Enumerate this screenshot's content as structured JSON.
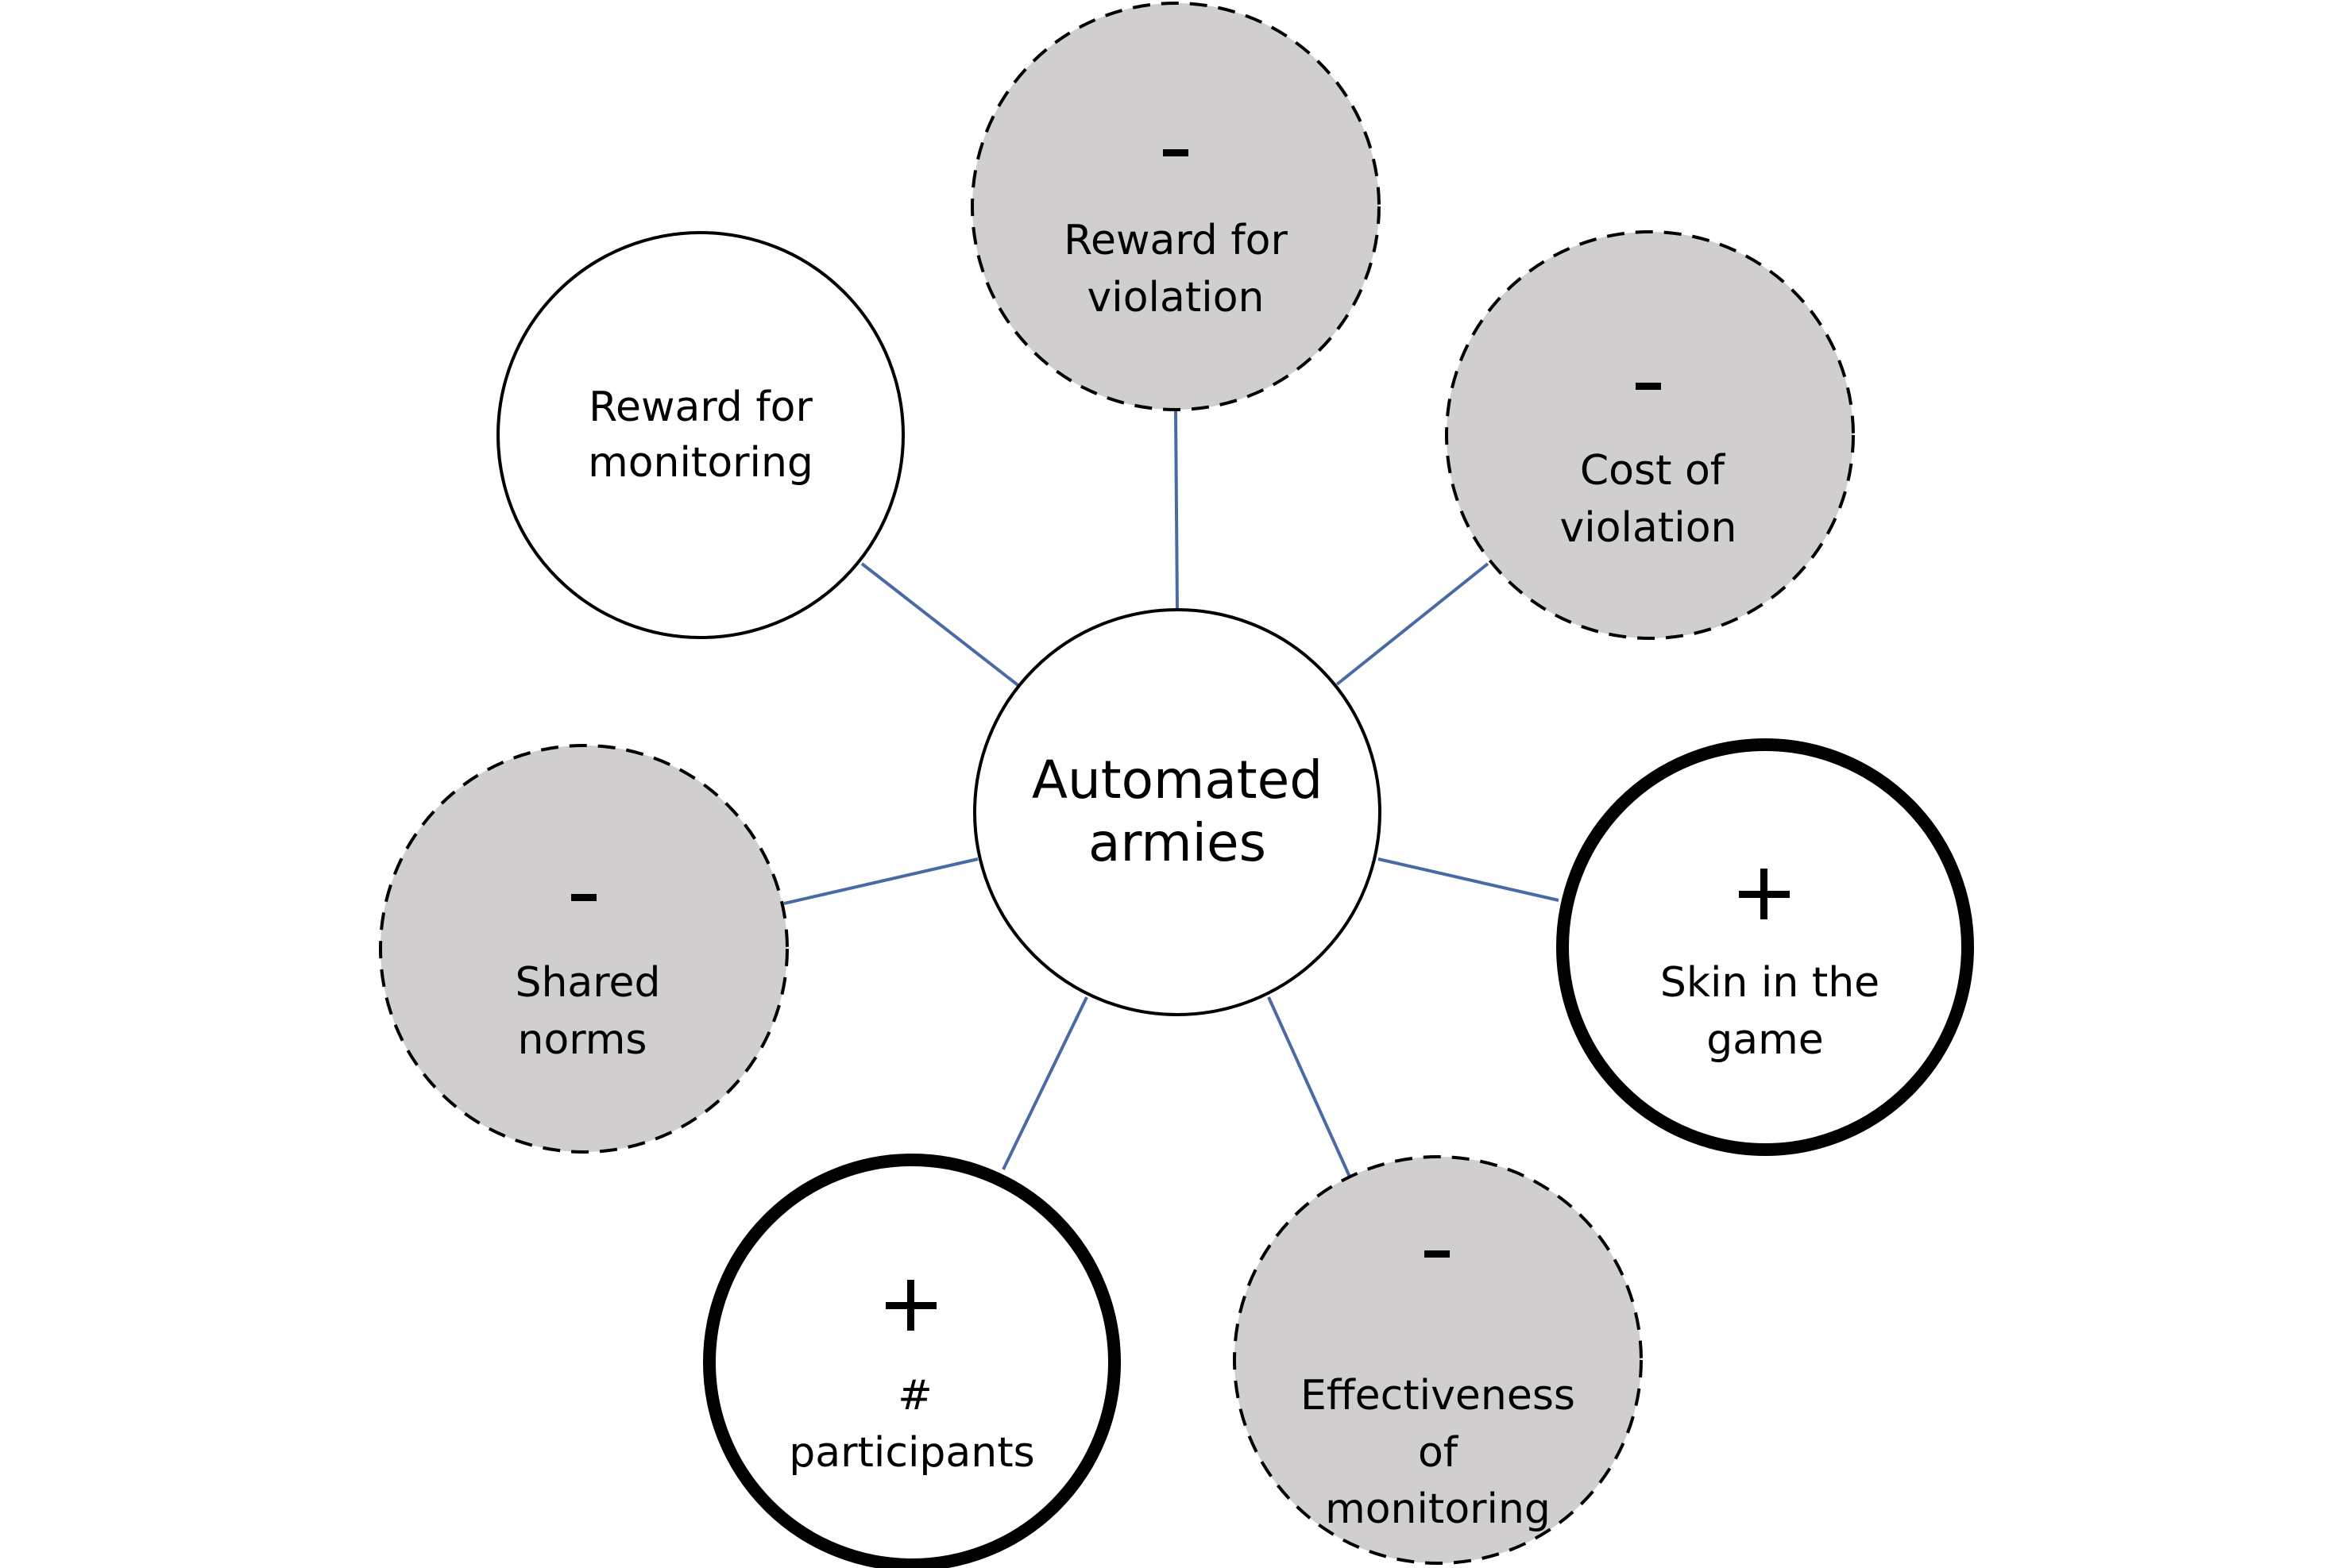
{
  "colors": {
    "edge": "#4a6aa5",
    "negative_fill": "#d0cece",
    "neutral_fill": "#ffffff",
    "stroke": "#000000"
  },
  "center": {
    "lines": [
      "Automated",
      "armies"
    ]
  },
  "nodes": [
    {
      "id": "reward-for-violation",
      "sign": "-",
      "lines": [
        "Reward for",
        "violation"
      ],
      "style": "negative-dashed",
      "icon": "minus-icon"
    },
    {
      "id": "cost-of-violation",
      "sign": "-",
      "lines": [
        "Cost of",
        "violation"
      ],
      "style": "negative-dashed",
      "icon": "minus-icon"
    },
    {
      "id": "skin-in-the-game",
      "sign": "+",
      "lines": [
        "Skin in the",
        "game"
      ],
      "style": "positive-thick",
      "icon": "plus-icon"
    },
    {
      "id": "effectiveness-of-monitoring",
      "sign": "-",
      "lines": [
        "Effectiveness",
        "of",
        "monitoring"
      ],
      "style": "negative-dashed",
      "icon": "minus-icon"
    },
    {
      "id": "participants",
      "sign": "+",
      "lines": [
        "#",
        "participants"
      ],
      "style": "positive-thick",
      "icon": "plus-icon"
    },
    {
      "id": "shared-norms",
      "sign": "-",
      "lines": [
        "Shared",
        "norms"
      ],
      "style": "negative-dashed",
      "icon": "minus-icon"
    },
    {
      "id": "reward-for-monitoring",
      "sign": "",
      "lines": [
        "Reward for",
        "monitoring"
      ],
      "style": "neutral-thin",
      "icon": ""
    }
  ]
}
